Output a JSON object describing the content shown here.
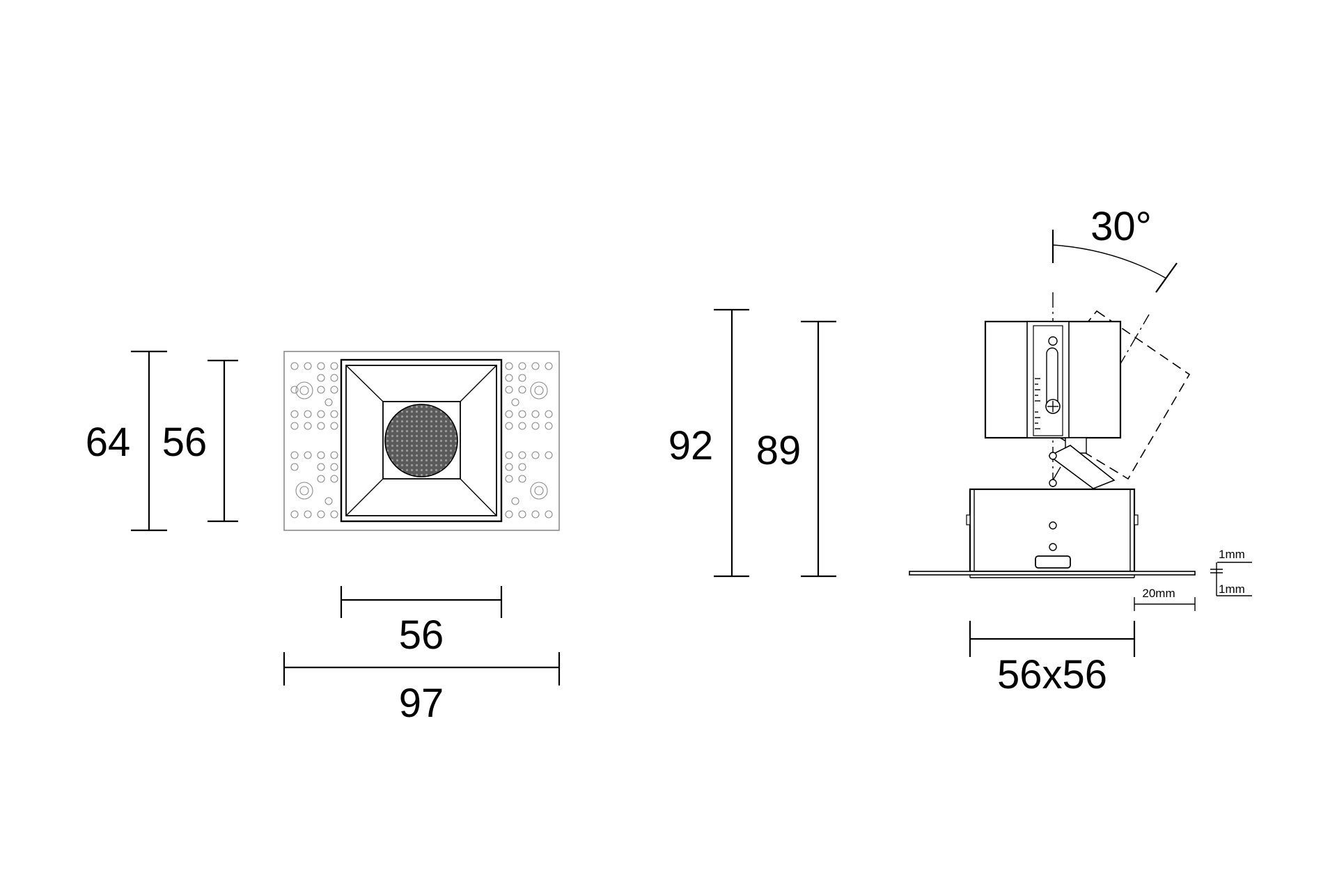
{
  "front_view": {
    "height_outer": "64",
    "height_inner": "56",
    "width_inner": "56",
    "width_outer": "97"
  },
  "side_view": {
    "height_total": "92",
    "height_body": "89",
    "tilt_angle": "30°",
    "base_size": "56x56",
    "flange_thickness_top": "1mm",
    "flange_thickness_bottom": "1mm",
    "flange_overhang": "20mm"
  }
}
